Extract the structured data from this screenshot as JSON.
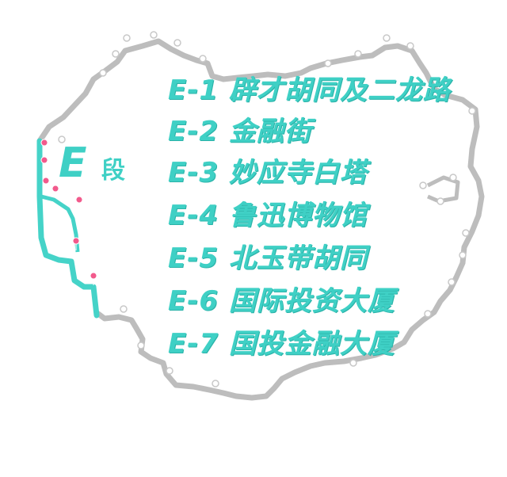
{
  "section": {
    "letter": "E",
    "word": "段"
  },
  "stops": [
    {
      "label": "E-1 辟才胡同及二龙路"
    },
    {
      "label": "E-2 金融街"
    },
    {
      "label": "E-3 妙应寺白塔"
    },
    {
      "label": "E-4 鲁迅博物馆"
    },
    {
      "label": "E-5 北玉带胡同"
    },
    {
      "label": "E-6 国际投资大厦"
    },
    {
      "label": "E-7 国投金融大厦"
    }
  ],
  "colors": {
    "route_active": "#45d3c8",
    "route_inactive": "#bdbdbd",
    "pin_active": "#f25a8c",
    "pin_inactive": "#d9d9d9",
    "label": "#3fd0c5"
  },
  "icons": {
    "pin": "map-pin-icon"
  }
}
